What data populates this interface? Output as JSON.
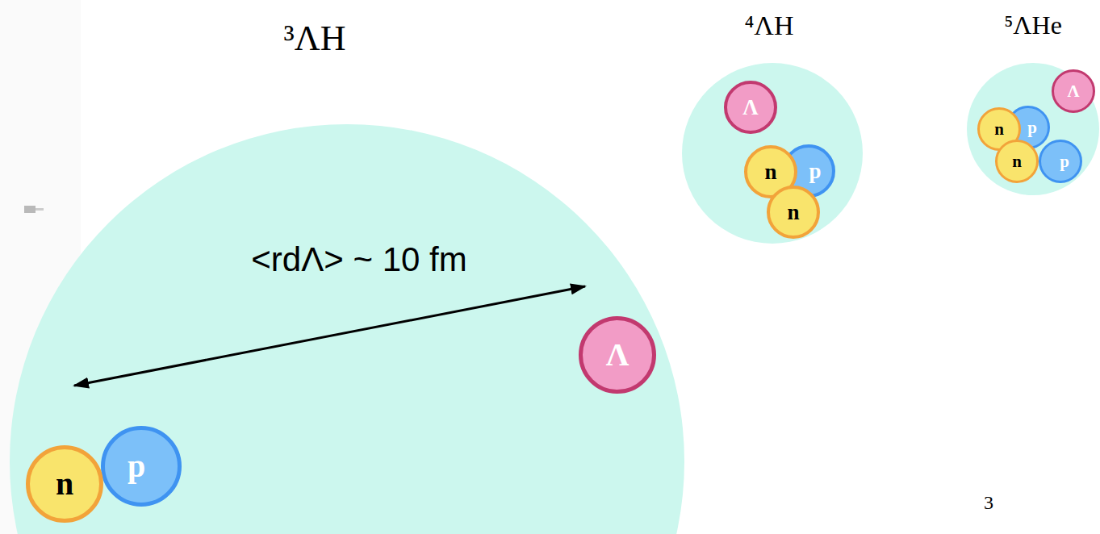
{
  "diagram": {
    "nodes": [
      {
        "text": [
          "³ΛH"
        ]
      },
      {
        "text": [
          "n"
        ],
        "in": 0
      },
      {
        "text": [
          "p"
        ],
        "in": 0
      },
      {
        "text": [
          "Λ"
        ],
        "in": 0
      },
      {
        "text": [
          "⁴ΛH"
        ]
      },
      {
        "text": [
          "Λ"
        ],
        "in": 4
      },
      {
        "text": [
          "n"
        ],
        "in": 4
      },
      {
        "text": [
          "p"
        ],
        "in": 4
      },
      {
        "text": [
          "n"
        ],
        "in": 4
      },
      {
        "text": [
          "⁵ΛHe"
        ]
      },
      {
        "text": [
          "Λ"
        ],
        "in": 9
      },
      {
        "text": [
          "n"
        ],
        "in": 9
      },
      {
        "text": [
          "p"
        ],
        "in": 9
      },
      {
        "text": [
          "n"
        ],
        "in": 9
      },
      {
        "text": [
          "p"
        ],
        "in": 9
      }
    ],
    "labels": [
      "<rdΛ> ~ 10 fm",
      "3"
    ]
  }
}
